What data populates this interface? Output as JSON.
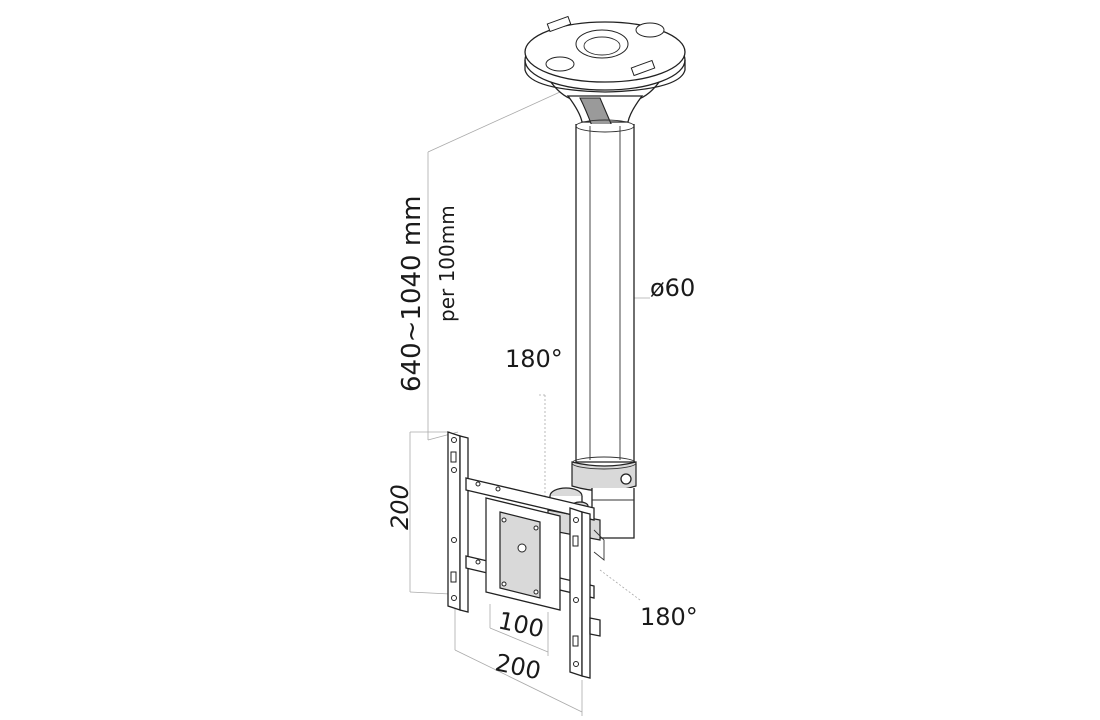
{
  "figure": {
    "labels": {
      "height_range": "640~1040 mm",
      "height_step": "per 100mm",
      "tube_diameter": "ø60",
      "swivel_top": "180°",
      "swivel_bottom": "180°",
      "vesa_height": "200",
      "vesa_width_inner": "100",
      "vesa_width_outer": "200"
    },
    "colors": {
      "line": "#222222",
      "dimension_line": "#aaaaaa",
      "metal_shade": "#d9d9d9",
      "background": "#ffffff"
    }
  }
}
